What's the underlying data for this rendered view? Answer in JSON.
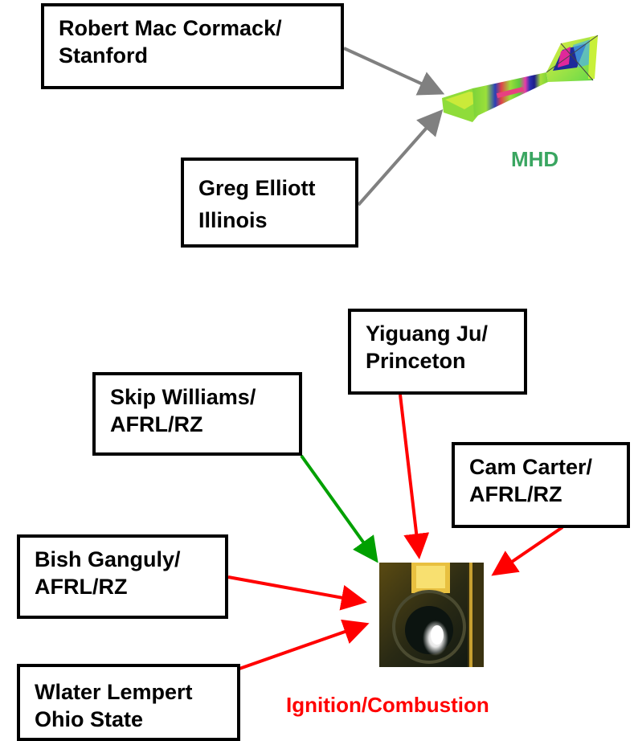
{
  "boxes": {
    "maccormack": {
      "line1": "Robert Mac Cormack/",
      "line2": "Stanford"
    },
    "elliott": {
      "line1": "Greg Elliott",
      "line2": "Illinois"
    },
    "ju": {
      "line1": "Yiguang Ju/",
      "line2": "Princeton"
    },
    "williams": {
      "line1": "Skip Williams/",
      "line2": "AFRL/RZ"
    },
    "carter": {
      "line1": "Cam Carter/",
      "line2": "AFRL/RZ"
    },
    "ganguly": {
      "line1": "Bish Ganguly/",
      "line2": "AFRL/RZ"
    },
    "lempert": {
      "line1": "Wlater Lempert",
      "line2": "Ohio State"
    }
  },
  "captions": {
    "mhd": "MHD",
    "ignition": "Ignition/Combustion"
  },
  "colors": {
    "mhd_caption": "#3aa661",
    "ignition_caption": "#ff0000",
    "arrow_gray": "#808080",
    "arrow_red": "#ff0000",
    "arrow_green": "#00a000"
  }
}
